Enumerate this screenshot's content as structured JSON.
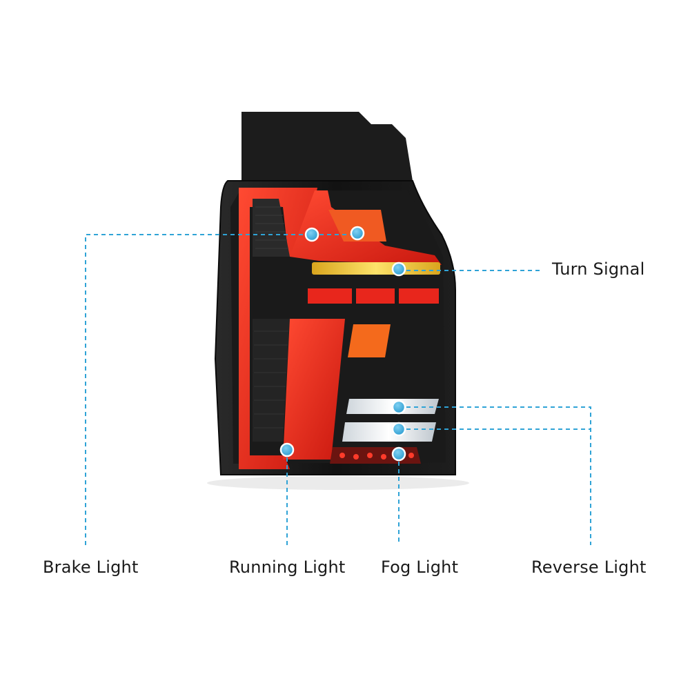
{
  "labels": {
    "turn_signal": "Turn Signal",
    "brake_light": "Brake Light",
    "running_light": "Running Light",
    "fog_light": "Fog Light",
    "reverse_light": "Reverse Light"
  },
  "colors": {
    "callout": "#2fa3d6",
    "housing": "#151515",
    "red_light": "#e8261c",
    "amber_light": "#f2b72a",
    "orange_light": "#f46a1c",
    "white_light": "#eef2f5"
  }
}
